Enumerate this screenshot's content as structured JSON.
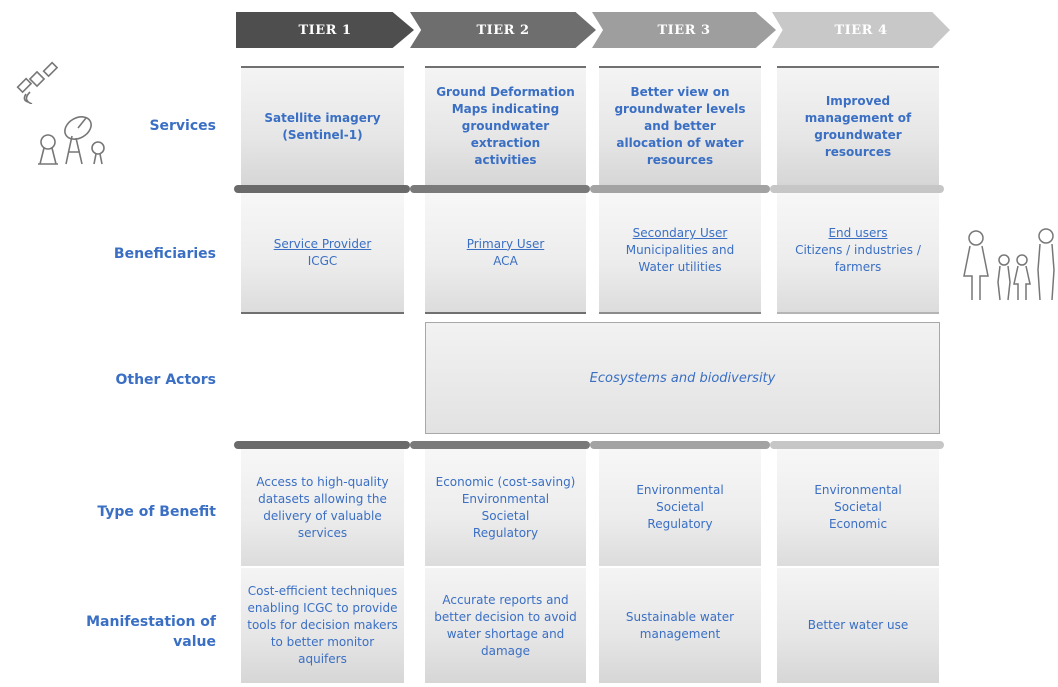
{
  "tiers": [
    "TIER 1",
    "TIER 2",
    "TIER 3",
    "TIER 4"
  ],
  "row_labels": {
    "services": "Services",
    "beneficiaries": "Beneficiaries",
    "other_actors": "Other Actors",
    "type_of_benefit": "Type of Benefit",
    "manifestation_line1": "Manifestation of",
    "manifestation_line2": "value"
  },
  "services": [
    [
      "Satellite imagery",
      "(Sentinel-1)"
    ],
    [
      "Ground Deformation",
      "Maps indicating",
      "groundwater extraction",
      "activities"
    ],
    [
      "Better view on",
      "groundwater levels",
      "and better",
      "allocation of water",
      "resources"
    ],
    [
      "Improved",
      "management of",
      "groundwater",
      "resources"
    ]
  ],
  "beneficiaries": [
    {
      "title": "Service Provider",
      "detail": [
        "ICGC"
      ]
    },
    {
      "title": "Primary User",
      "detail": [
        "ACA"
      ]
    },
    {
      "title": "Secondary User",
      "detail": [
        "Municipalities and",
        "Water utilities"
      ]
    },
    {
      "title": "End users",
      "detail": [
        "Citizens / industries /",
        "farmers"
      ]
    }
  ],
  "other_actors": "Ecosystems and biodiversity",
  "type_of_benefit": [
    [
      "Access to high-quality",
      "datasets allowing the",
      "delivery of valuable",
      "services"
    ],
    [
      "Economic (cost-saving)",
      "Environmental",
      "Societal",
      "Regulatory"
    ],
    [
      "Environmental",
      "Societal",
      "Regulatory"
    ],
    [
      "Environmental",
      "Societal",
      "Economic"
    ]
  ],
  "manifestation": [
    [
      "Cost-efficient techniques",
      "enabling ICGC to provide",
      "tools for decision makers",
      "to better monitor",
      "aquifers"
    ],
    [
      "Accurate reports and",
      "better decision to avoid",
      "water shortage and",
      "damage"
    ],
    [
      "Sustainable water",
      "management"
    ],
    [
      "Better water use"
    ]
  ],
  "icons": [
    "satellite-icon",
    "satellite-dish-icon",
    "family-icon"
  ],
  "colors": {
    "text_blue": "#3a6fc4",
    "tier1": "#4e4e4e",
    "tier2": "#6e6e6e",
    "tier3": "#9e9e9e",
    "tier4": "#c8c8c8"
  }
}
